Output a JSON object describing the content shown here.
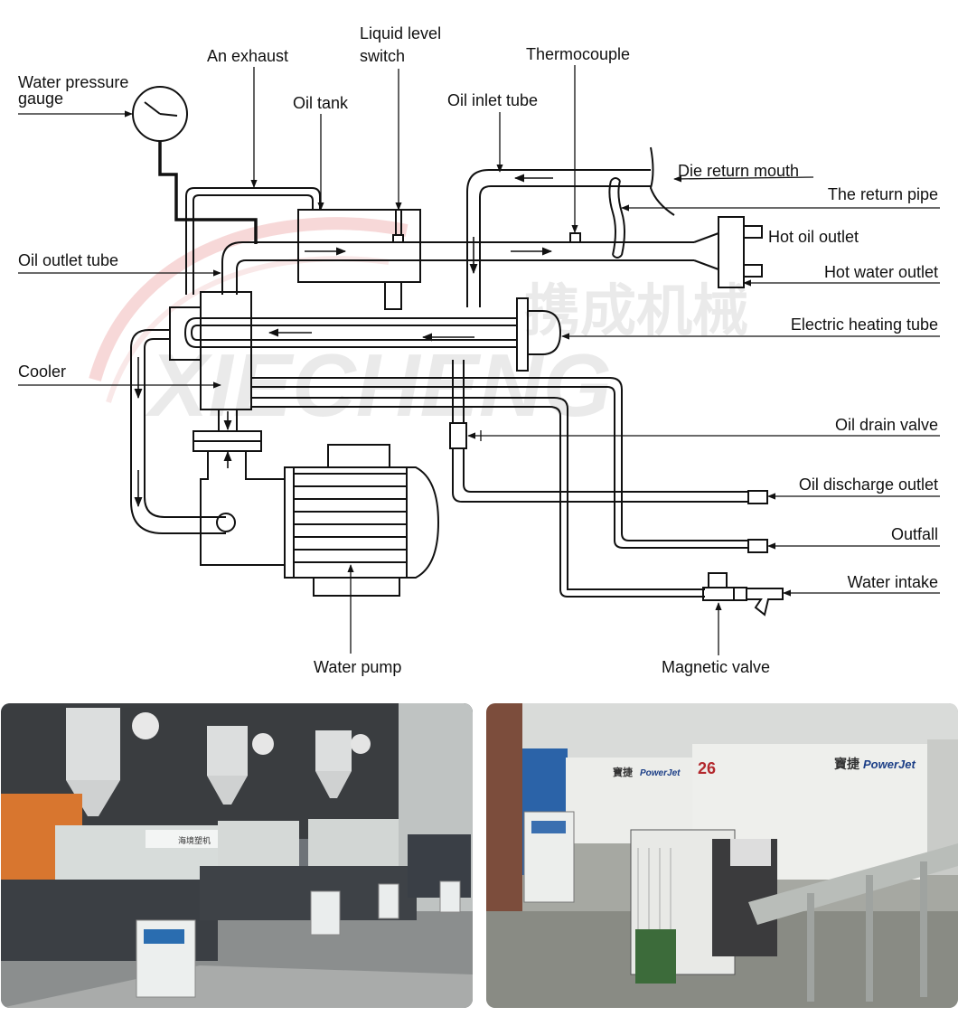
{
  "diagram": {
    "labels": {
      "water_pressure_gauge_1": "Water pressure",
      "water_pressure_gauge_2": "gauge",
      "an_exhaust": "An exhaust",
      "liquid_level_switch_1": "Liquid level",
      "liquid_level_switch_2": "switch",
      "oil_tank": "Oil tank",
      "thermocouple": "Thermocouple",
      "oil_inlet_tube": "Oil inlet tube",
      "die_return_mouth": "Die return mouth",
      "the_return_pipe": "The return pipe",
      "hot_oil_outlet": "Hot oil outlet",
      "hot_water_outlet": "Hot water outlet",
      "oil_outlet_tube": "Oil outlet tube",
      "electric_heating_tube": "Electric heating tube",
      "cooler": "Cooler",
      "oil_drain_valve": "Oil drain valve",
      "oil_discharge_outlet": "Oil discharge outlet",
      "outfall": "Outfall",
      "water_intake": "Water intake",
      "water_pump": "Water pump",
      "magnetic_valve": "Magnetic valve"
    },
    "watermark": {
      "chinese": "携成机械",
      "latin": "XIECHENG"
    }
  },
  "photos": {
    "left": {
      "machine_sign": "海境塑机"
    },
    "right": {
      "machine_number": "26",
      "brand_cn": "寶捷",
      "brand": "PowerJet"
    }
  },
  "colors": {
    "line": "#111111",
    "watermark": "#d8d8d8",
    "watermark_red": "#f2c9c9"
  }
}
